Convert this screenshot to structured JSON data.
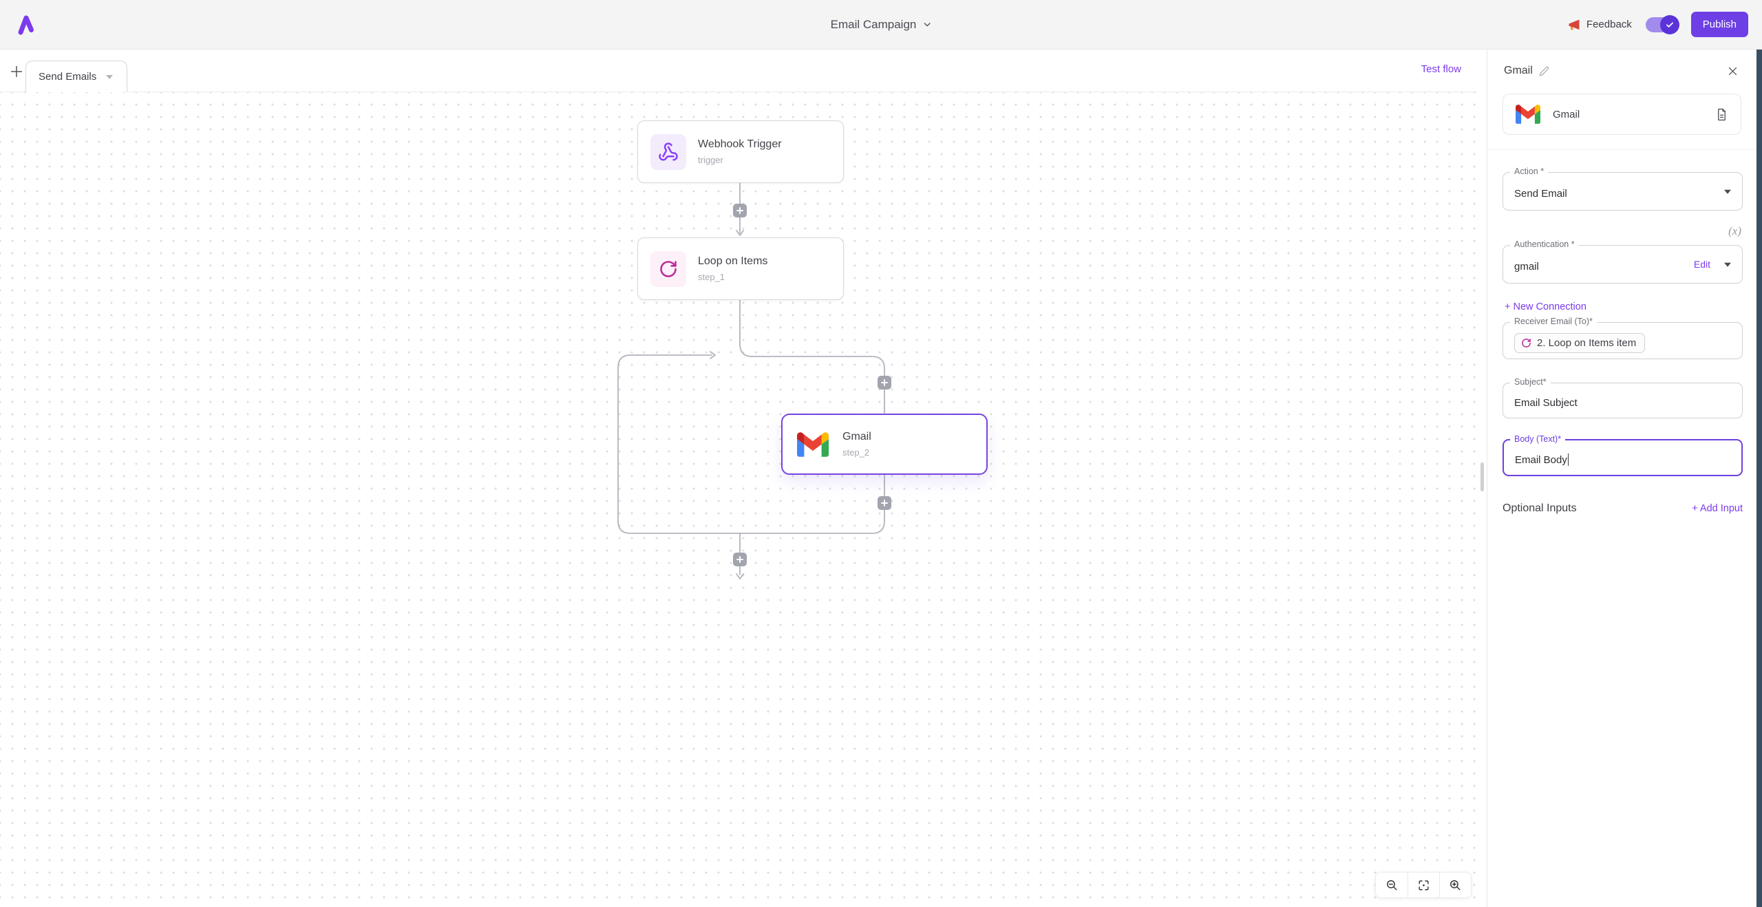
{
  "header": {
    "title": "Email Campaign",
    "feedback_label": "Feedback",
    "publish_label": "Publish"
  },
  "canvas": {
    "tab_label": "Send Emails",
    "test_flow_label": "Test flow",
    "nodes": {
      "webhook": {
        "title": "Webhook Trigger",
        "subtitle": "trigger"
      },
      "loop": {
        "title": "Loop on Items",
        "subtitle": "step_1"
      },
      "gmail": {
        "title": "Gmail",
        "subtitle": "step_2"
      }
    }
  },
  "panel": {
    "title": "Gmail",
    "piece_name": "Gmail",
    "action": {
      "label": "Action *",
      "value": "Send Email"
    },
    "dynamic_value_label": "(x)",
    "auth": {
      "label": "Authentication *",
      "value": "gmail",
      "edit_label": "Edit"
    },
    "new_connection_label": "+ New Connection",
    "receiver": {
      "label": "Receiver Email (To)*",
      "token": "2. Loop on Items item"
    },
    "subject": {
      "label": "Subject*",
      "value": "Email Subject"
    },
    "body": {
      "label": "Body (Text)*",
      "value": "Email Body"
    },
    "optional_inputs_label": "Optional Inputs",
    "add_input_label": "+ Add Input"
  },
  "colors": {
    "accent": "#7c3aed",
    "publish_button": "#6e3fe4",
    "selected_node_border": "#7644e0",
    "webhook_icon": "#8b3dff",
    "loop_icon": "#bb2c9c",
    "edge_strip": "#3a4e62",
    "gmail": {
      "blue": "#4285f4",
      "green": "#34a853",
      "yellow": "#fbbc04",
      "red": "#ea4335",
      "dark_red": "#c5221f"
    }
  }
}
